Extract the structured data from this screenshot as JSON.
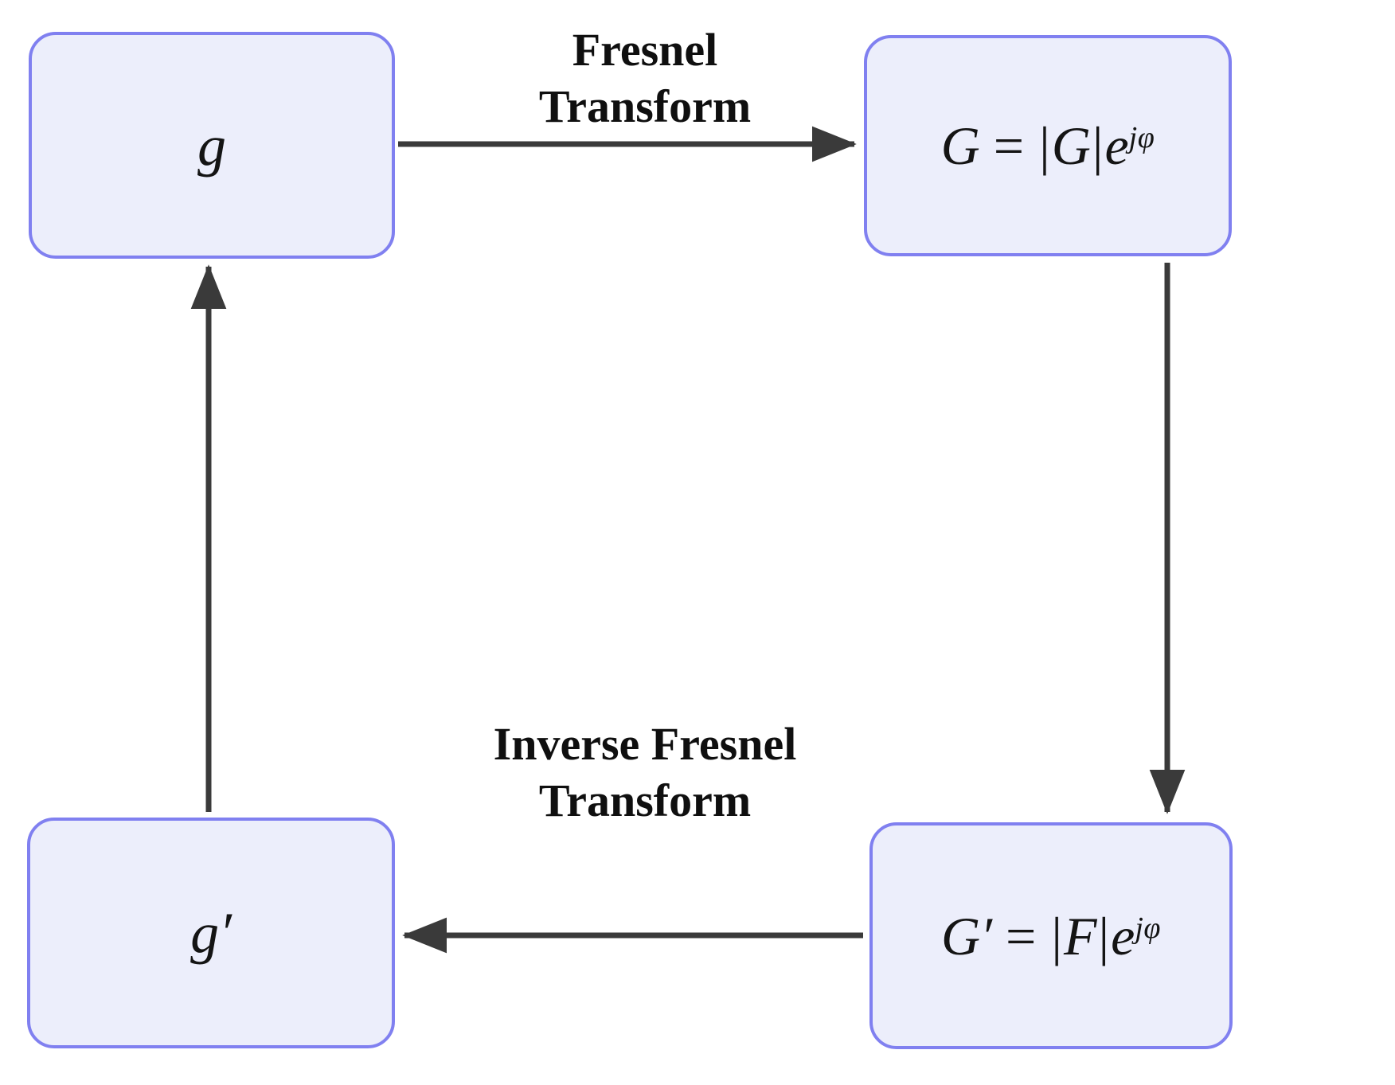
{
  "diagram": {
    "title": "Fresnel transform iterative phase-retrieval cycle",
    "colors": {
      "node_fill": "#eceefb",
      "node_border": "#8080f0",
      "arrow": "#3a3a3a",
      "text": "#141414"
    },
    "nodes": [
      {
        "id": "g",
        "name": "object-plane-field",
        "label_plain": "g",
        "parts": {
          "symbol": "g"
        }
      },
      {
        "id": "G",
        "name": "fresnel-domain-field",
        "label_plain": "G = |G|e^{jφ}",
        "parts": {
          "symbol": "G",
          "equals": "=",
          "bar_left": "|",
          "magnitude": "G",
          "bar_right": "|",
          "exp_base": "e",
          "exp_power": "jφ"
        }
      },
      {
        "id": "Gp",
        "name": "constrained-fresnel-domain-field",
        "label_plain": "G' = |F|e^{jφ}",
        "parts": {
          "symbol": "G",
          "prime": "′",
          "equals": "=",
          "bar_left": "|",
          "magnitude": "F",
          "bar_right": "|",
          "exp_base": "e",
          "exp_power": "jφ"
        }
      },
      {
        "id": "gp",
        "name": "recovered-object-plane-field",
        "label_plain": "g'",
        "parts": {
          "symbol": "g",
          "prime": "′"
        }
      }
    ],
    "edges": [
      {
        "id": "g-to-G",
        "name": "fresnel-transform-arrow",
        "from": "g",
        "to": "G",
        "direction": "right",
        "label_line1": "Fresnel",
        "label_line2": "Transform"
      },
      {
        "id": "G-to-Gp",
        "name": "magnitude-constraint-arrow",
        "from": "G",
        "to": "Gp",
        "direction": "down",
        "label_line1": "",
        "label_line2": ""
      },
      {
        "id": "Gp-to-gp",
        "name": "inverse-fresnel-transform-arrow",
        "from": "Gp",
        "to": "gp",
        "direction": "left",
        "label_line1": "Inverse Fresnel",
        "label_line2": "Transform"
      },
      {
        "id": "gp-to-g",
        "name": "feedback-arrow",
        "from": "gp",
        "to": "g",
        "direction": "up",
        "label_line1": "",
        "label_line2": ""
      }
    ]
  }
}
